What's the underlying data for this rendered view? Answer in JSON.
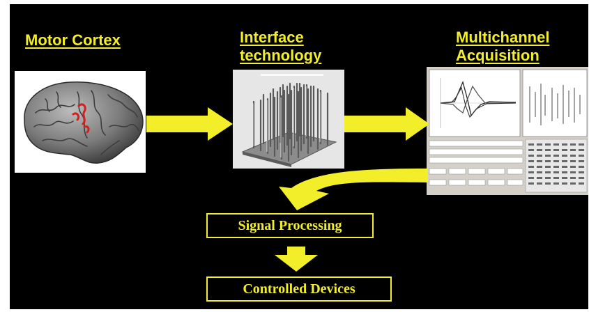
{
  "titles": {
    "motor_cortex": "Motor Cortex",
    "interface_line1": "Interface",
    "interface_line2": "technology",
    "acquisition_line1": "Multichannel",
    "acquisition_line2": "Acquisition"
  },
  "boxes": {
    "signal_processing": "Signal Processing",
    "controlled_devices": "Controlled Devices"
  },
  "colors": {
    "background": "#000000",
    "accent": "#f2ee2a"
  }
}
